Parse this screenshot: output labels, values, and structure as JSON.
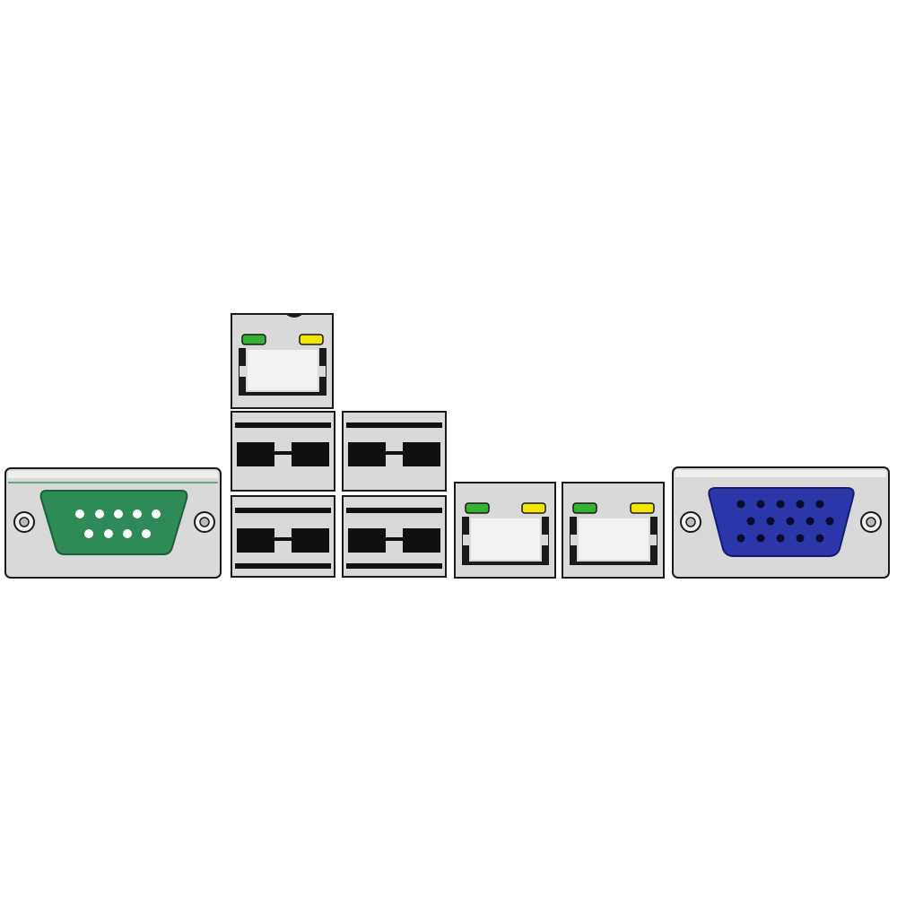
{
  "diagram": {
    "description_visible_text": "",
    "background_color": "#ffffff",
    "colors": {
      "panel_fill": "#d9d9d9",
      "panel_light": "#efefef",
      "outline": "#1a1a1a",
      "serial_connector": "#2e8b57",
      "serial_pin": "#ffffff",
      "vga_connector": "#2b36a8",
      "vga_pin": "#0a0a30",
      "rj45_jack": "#f2f2f2",
      "led_green": "#33b233",
      "led_yellow": "#f2e600",
      "usb_slot": "#111111"
    },
    "ports": [
      {
        "type": "serial-com-port",
        "icon": "db9-connector-icon",
        "pin_count": 9
      },
      {
        "type": "ethernet-ipmi-port",
        "icon": "rj45-icon",
        "leds": [
          "green",
          "yellow"
        ]
      },
      {
        "type": "usb-port",
        "icon": "usb-icon"
      },
      {
        "type": "usb-port",
        "icon": "usb-icon"
      },
      {
        "type": "usb-port",
        "icon": "usb-icon"
      },
      {
        "type": "usb-port",
        "icon": "usb-icon"
      },
      {
        "type": "ethernet-lan1-port",
        "icon": "rj45-icon",
        "leds": [
          "green",
          "yellow"
        ]
      },
      {
        "type": "ethernet-lan2-port",
        "icon": "rj45-icon",
        "leds": [
          "green",
          "yellow"
        ]
      },
      {
        "type": "vga-port",
        "icon": "db15-connector-icon",
        "pin_count": 15
      }
    ]
  }
}
